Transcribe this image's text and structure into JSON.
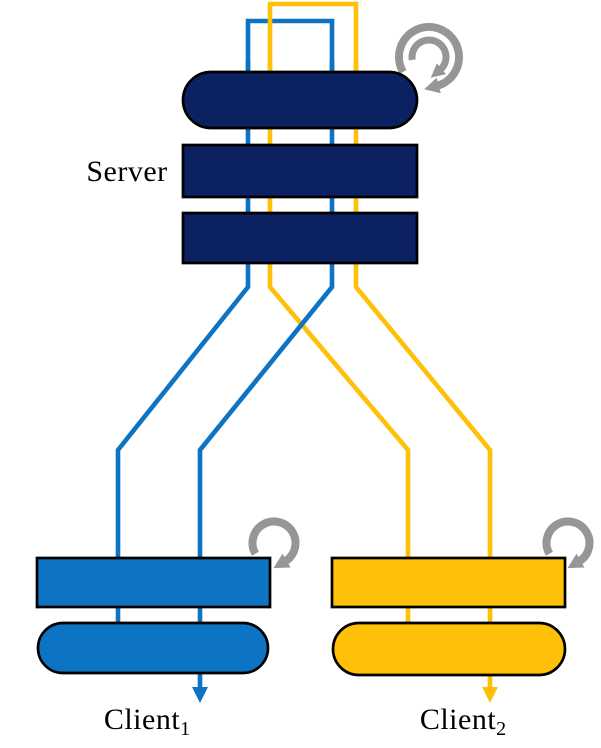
{
  "labels": {
    "server": "Server",
    "client1_base": "Client",
    "client1_sub": "1",
    "client2_base": "Client",
    "client2_sub": "2"
  },
  "colors": {
    "server_fill": "#0B2161",
    "client1_fill": "#0D74C4",
    "client2_fill": "#FFC107",
    "loop_icon": "#969696",
    "outline": "#000000",
    "background": "#FFFFFF"
  },
  "icons": {
    "server_loop": "double-loop-arrow-icon",
    "client1_loop": "loop-arrow-icon",
    "client2_loop": "loop-arrow-icon"
  }
}
